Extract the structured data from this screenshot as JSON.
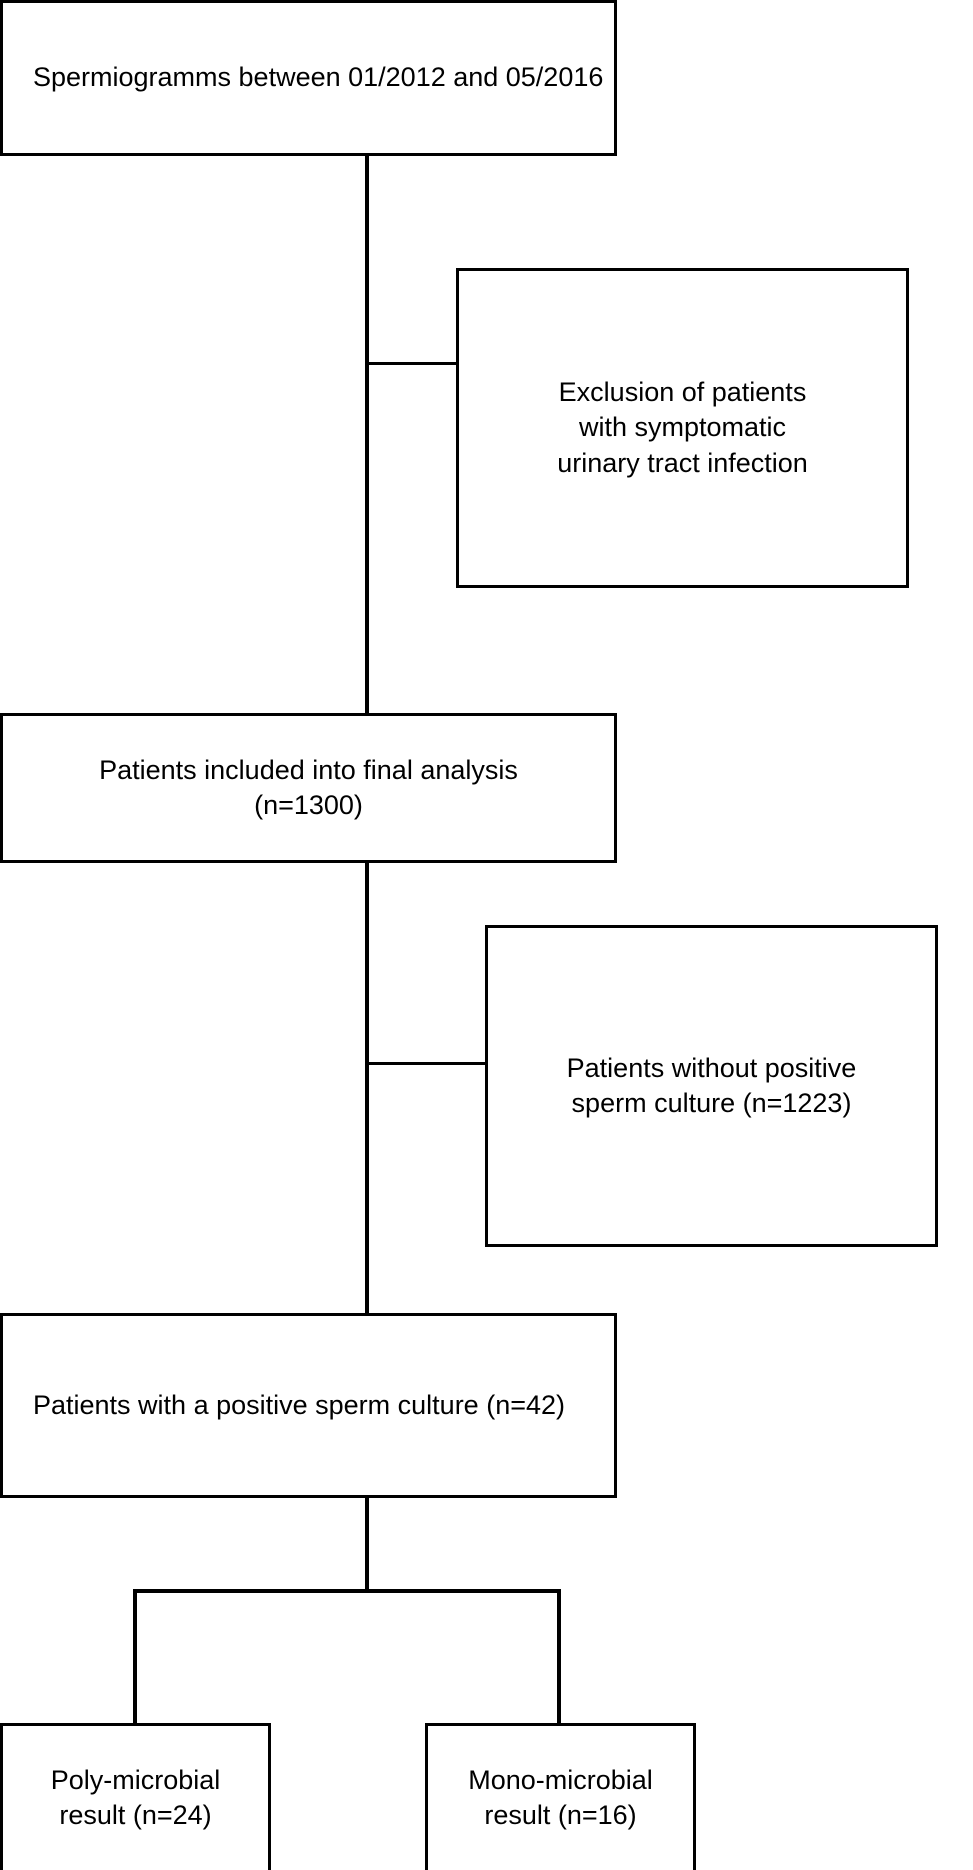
{
  "chart_data": {
    "type": "diagram",
    "title": "Patient selection flow diagram",
    "nodes": [
      {
        "id": "source",
        "label": "Spermiogramms between 01/2012 and 05/2016",
        "n": null
      },
      {
        "id": "exclusion",
        "label": "Exclusion of patients\nwith symptomatic\nurinary tract infection",
        "n": null
      },
      {
        "id": "included",
        "label": "Patients included into final analysis\n(n=1300)",
        "n": 1300
      },
      {
        "id": "nonpositive",
        "label": "Patients without positive\nsperm culture (n=1223)",
        "n": 1223
      },
      {
        "id": "positive",
        "label": "Patients with a positive sperm culture (n=42)",
        "n": 42
      },
      {
        "id": "poly",
        "label": "Poly-microbial\nresult (n=24)",
        "n": 24
      },
      {
        "id": "mono",
        "label": "Mono-microbial\nresult (n=16)",
        "n": 16
      }
    ],
    "edges": [
      {
        "from": "source",
        "to": "exclusion",
        "kind": "side-branch"
      },
      {
        "from": "source",
        "to": "included",
        "kind": "main"
      },
      {
        "from": "included",
        "to": "nonpositive",
        "kind": "side-branch"
      },
      {
        "from": "included",
        "to": "positive",
        "kind": "main"
      },
      {
        "from": "positive",
        "to": "poly",
        "kind": "split"
      },
      {
        "from": "positive",
        "to": "mono",
        "kind": "split"
      }
    ]
  },
  "flowchart": {
    "source": {
      "text": "Spermiogramms between 01/2012 and 05/2016"
    },
    "exclusion": {
      "text": "Exclusion of patients\nwith symptomatic\nurinary tract infection"
    },
    "included": {
      "text": "Patients included into final analysis\n(n=1300)"
    },
    "nonpositive": {
      "text": "Patients without positive\nsperm culture (n=1223)"
    },
    "positive": {
      "text": "Patients with a positive sperm culture (n=42)"
    },
    "poly": {
      "text": "Poly-microbial\nresult (n=24)"
    },
    "mono": {
      "text": "Mono-microbial\nresult (n=16)"
    }
  },
  "style": {
    "stroke_color": "#000000",
    "fill_color": "#ffffff",
    "text_color": "#000000"
  }
}
